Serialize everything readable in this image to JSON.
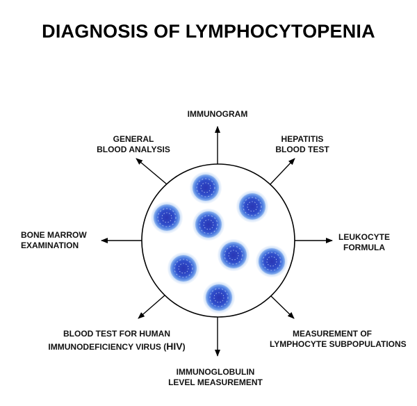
{
  "title": "DIAGNOSIS OF LYMPHOCYTOPENIA",
  "methods": {
    "top": "IMMUNOGRAM",
    "top_left": [
      "GENERAL",
      "BLOOD ANALYSIS"
    ],
    "top_right": [
      "HEPATITIS",
      "BLOOD TEST"
    ],
    "left": [
      "BONE MARROW",
      "EXAMINATION"
    ],
    "right": [
      "LEUKOCYTE",
      "FORMULA"
    ],
    "bottom_left": {
      "line1": "BLOOD TEST FOR HUMAN",
      "line2_prefix": "IMMUNODEFICIENCY VIRUS (",
      "line2_hiv": "HIV",
      "line2_suffix": ")"
    },
    "bottom_right": [
      "MEASUREMENT OF",
      "LYMPHOCYTE SUBPOPULATIONS"
    ],
    "bottom": [
      "IMMUNOGLOBULIN",
      "LEVEL MEASUREMENT"
    ]
  },
  "colors": {
    "cell_core": "#1c2aa8",
    "cell_mid": "#3e62d8",
    "cell_fringe": "#8fb6ef",
    "line": "#000000"
  }
}
